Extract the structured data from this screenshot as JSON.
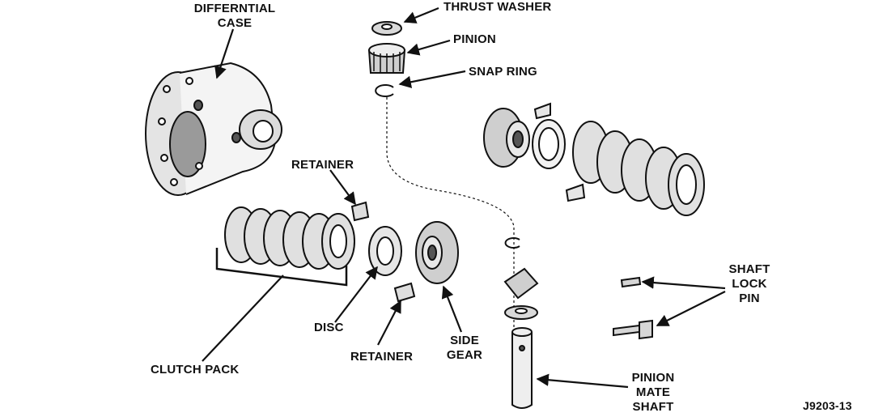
{
  "figure_id": "J9203-13",
  "labels": {
    "differential_case": [
      "DIFFERNTIAL",
      "CASE"
    ],
    "thrust_washer": "THRUST WASHER",
    "pinion": "PINION",
    "snap_ring": "SNAP RING",
    "retainer_top": "RETAINER",
    "clutch_pack": "CLUTCH PACK",
    "disc": "DISC",
    "retainer_bottom": "RETAINER",
    "side_gear": [
      "SIDE",
      "GEAR"
    ],
    "shaft_lock_pin": [
      "SHAFT",
      "LOCK",
      "PIN"
    ],
    "pinion_mate_shaft": [
      "PINION",
      "MATE",
      "SHAFT"
    ]
  }
}
